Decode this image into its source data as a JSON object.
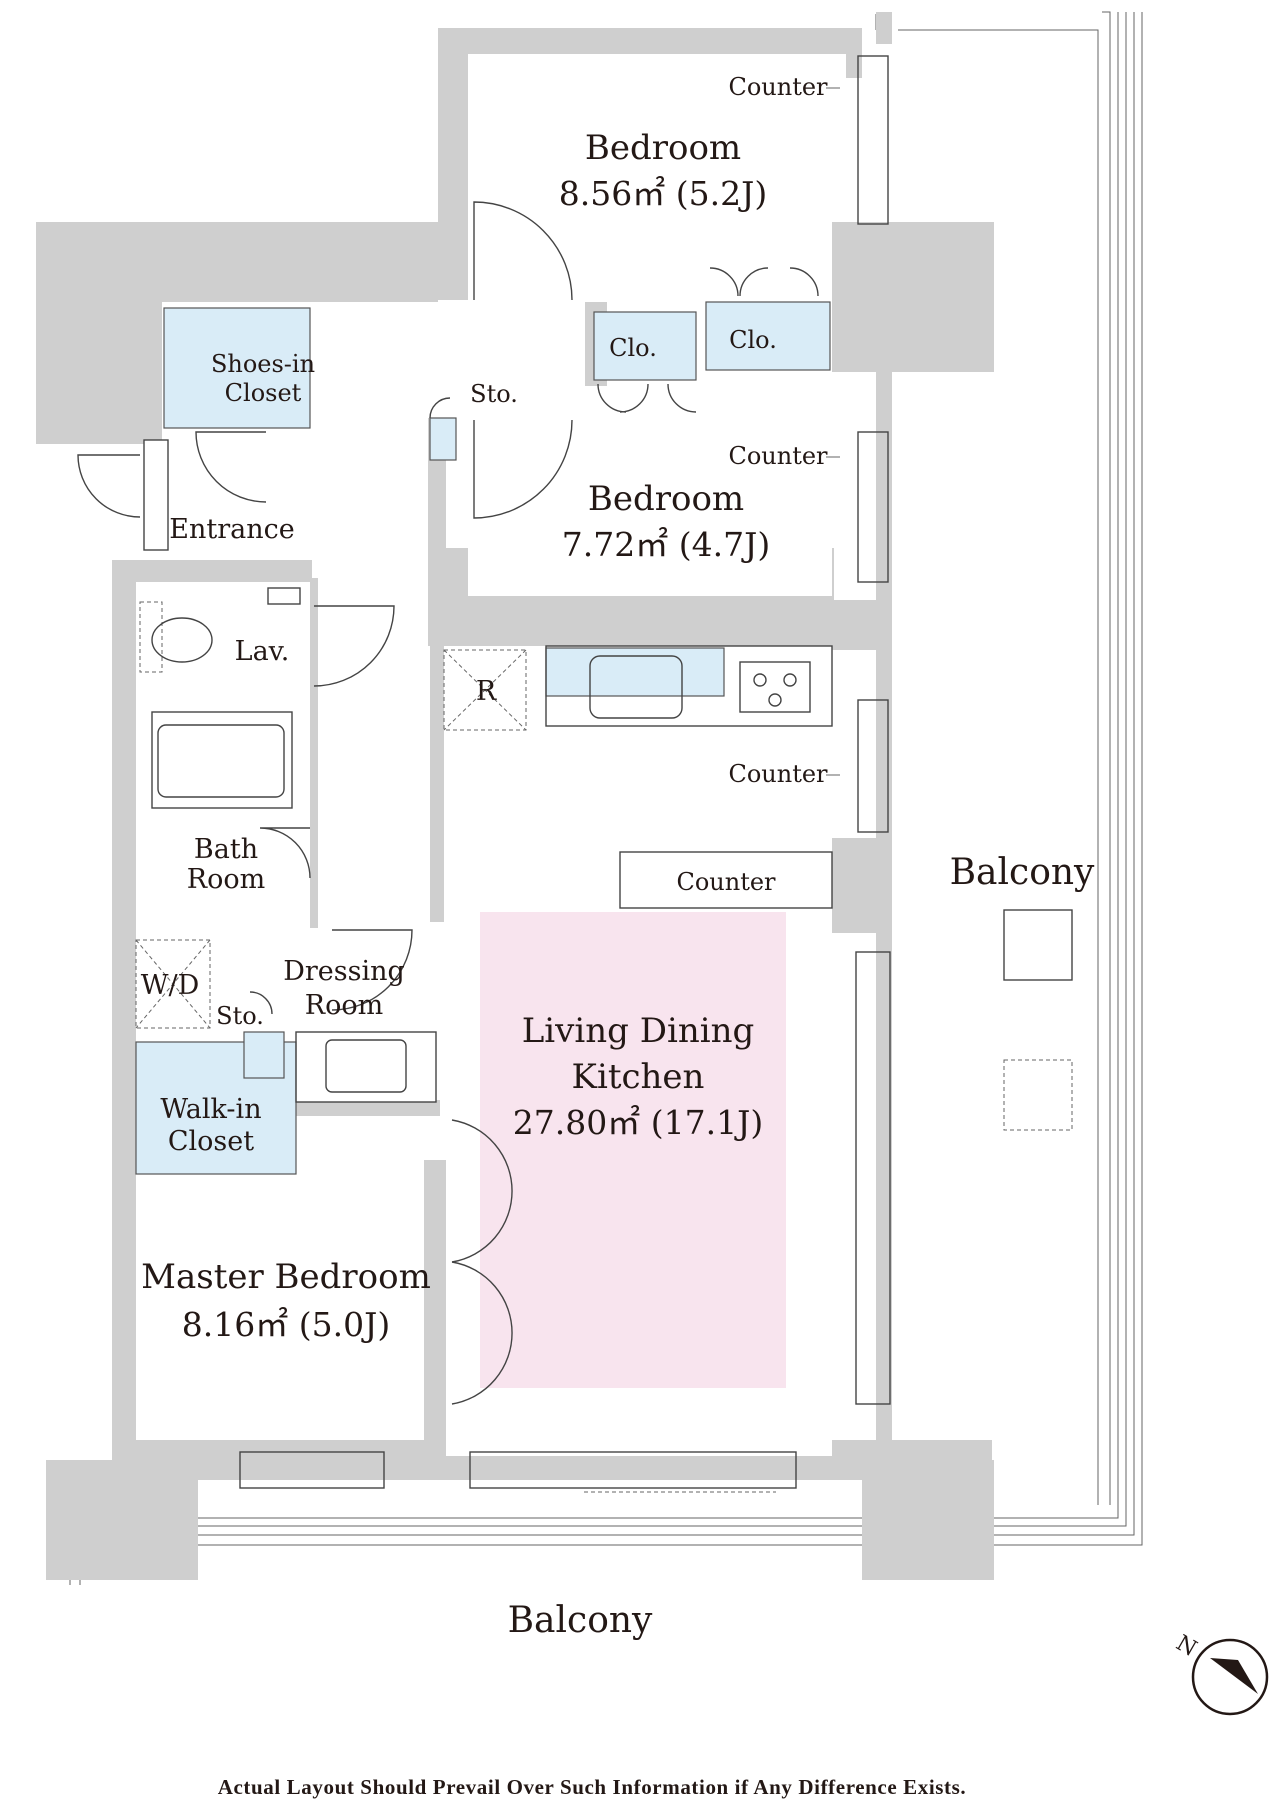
{
  "rooms": {
    "bedroom1": {
      "name": "Bedroom",
      "area": "8.56㎡ (5.2J)"
    },
    "bedroom2": {
      "name": "Bedroom",
      "area": "7.72㎡ (4.7J)"
    },
    "ldk": {
      "line1": "Living Dining",
      "line2": "Kitchen",
      "area": "27.80㎡ (17.1J)"
    },
    "master": {
      "name": "Master Bedroom",
      "area": "8.16㎡ (5.0J)"
    }
  },
  "labels": {
    "shoes_line1": "Shoes-in",
    "shoes_line2": "Closet",
    "entrance": "Entrance",
    "lav": "Lav.",
    "bath_line1": "Bath",
    "bath_line2": "Room",
    "wd": "W/D",
    "dressing_line1": "Dressing",
    "dressing_line2": "Room",
    "sto": "Sto.",
    "walkin_line1": "Walk-in",
    "walkin_line2": "Closet",
    "clo": "Clo.",
    "counter": "Counter",
    "fridge": "R",
    "balcony": "Balcony"
  },
  "compass": {
    "north": "N"
  },
  "footer": {
    "note": "Actual Layout Should Prevail Over Such Information if Any Difference Exists."
  },
  "colors": {
    "wall": "#cfcfcf",
    "closet": "#d9ecf7",
    "ldk_highlight": "#f8e4ee",
    "text": "#231815"
  }
}
